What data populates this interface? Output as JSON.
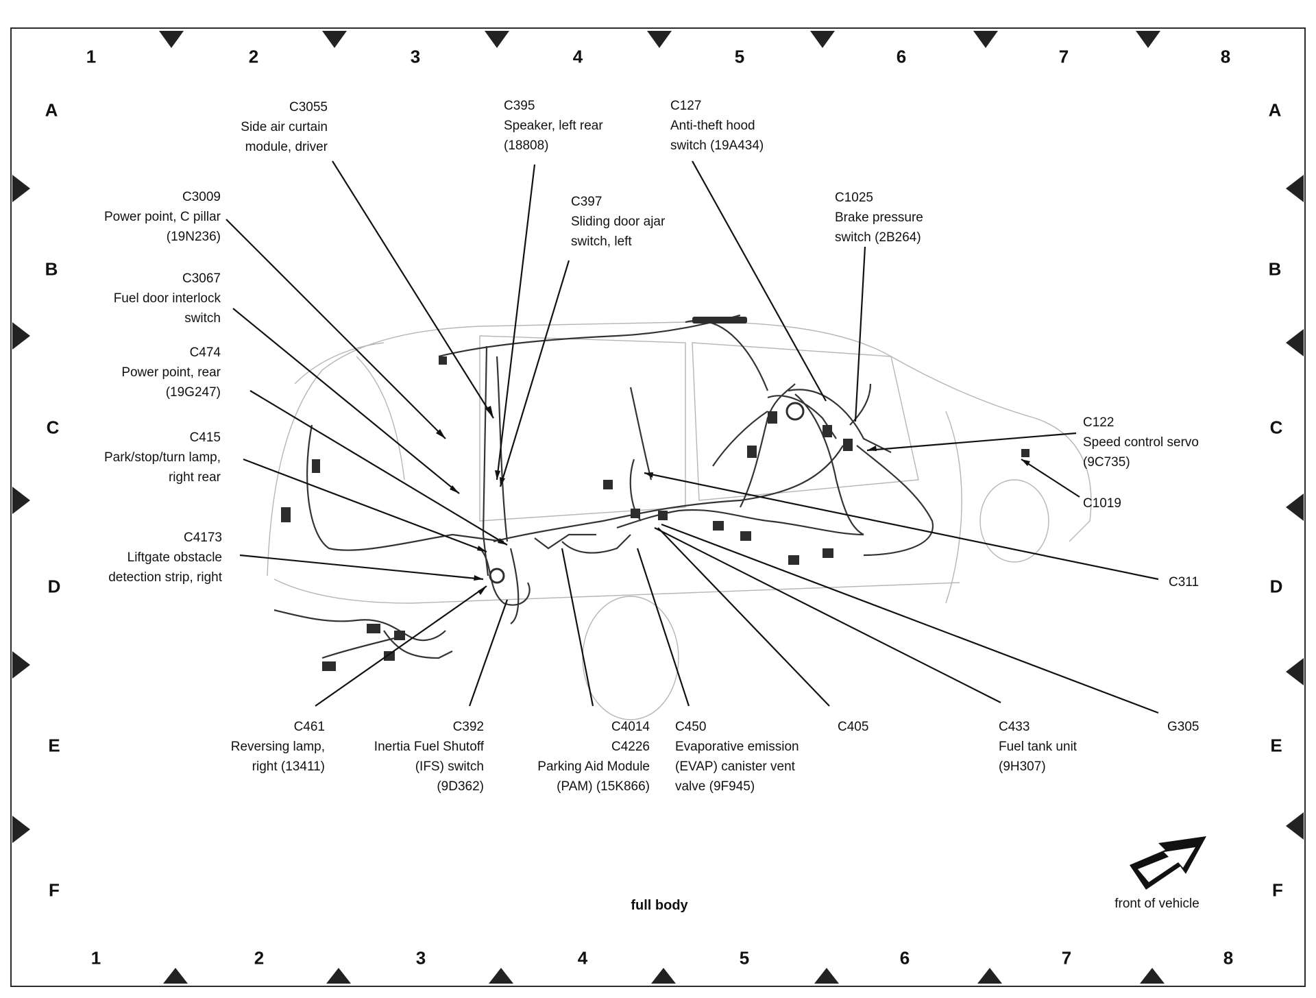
{
  "grid": {
    "columns": [
      "1",
      "2",
      "3",
      "4",
      "5",
      "6",
      "7",
      "8"
    ],
    "rows": [
      "A",
      "B",
      "C",
      "D",
      "E",
      "F"
    ]
  },
  "callouts": {
    "c3055": [
      "C3055",
      "Side air curtain",
      "module, driver"
    ],
    "c3009": [
      "C3009",
      "Power point, C pillar",
      "(19N236)"
    ],
    "c3067": [
      "C3067",
      "Fuel door interlock",
      "switch"
    ],
    "c474": [
      "C474",
      "Power point, rear",
      "(19G247)"
    ],
    "c415": [
      "C415",
      "Park/stop/turn lamp,",
      "right rear"
    ],
    "c4173": [
      "C4173",
      "Liftgate obstacle",
      "detection strip, right"
    ],
    "c395": [
      "C395",
      "Speaker, left rear",
      "(18808)"
    ],
    "c397": [
      "C397",
      "Sliding door ajar",
      "switch, left"
    ],
    "c127": [
      "C127",
      "Anti-theft hood",
      "switch (19A434)"
    ],
    "c1025": [
      "C1025",
      "Brake pressure",
      "switch (2B264)"
    ],
    "c122": [
      "C122",
      "Speed control servo",
      "(9C735)"
    ],
    "c1019": [
      "C1019"
    ],
    "c311": [
      "C311"
    ],
    "c461": [
      "C461",
      "Reversing lamp,",
      "right (13411)"
    ],
    "c392": [
      "C392",
      "Inertia Fuel Shutoff",
      "(IFS) switch",
      "(9D362)"
    ],
    "c4014": [
      "C4014",
      "C4226",
      "Parking Aid Module",
      "(PAM) (15K866)"
    ],
    "c450": [
      "C450",
      "Evaporative emission",
      "(EVAP) canister vent",
      "valve (9F945)"
    ],
    "c405": [
      "C405"
    ],
    "c433": [
      "C433",
      "Fuel tank unit",
      "(9H307)"
    ],
    "g305": [
      "G305"
    ]
  },
  "caption": "full body",
  "orientation_label": "front of vehicle"
}
